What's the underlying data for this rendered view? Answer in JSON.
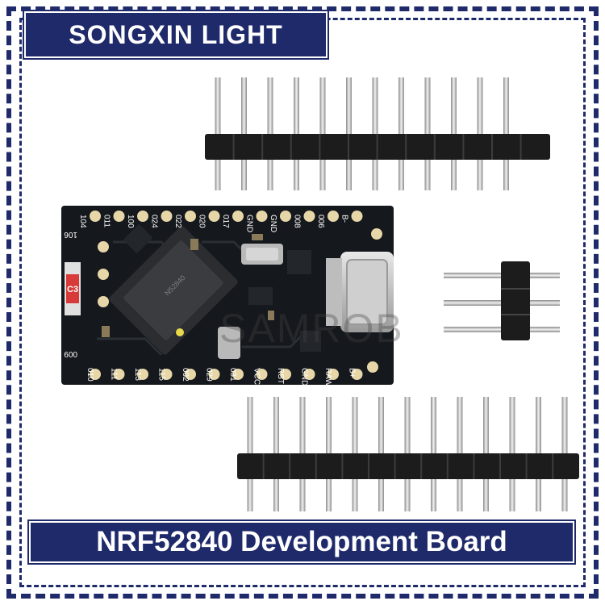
{
  "brand": {
    "label": "SONGXIN LIGHT"
  },
  "product": {
    "title": "NRF52840 Development Board"
  },
  "watermark": {
    "text": "SAMROB"
  },
  "board": {
    "top_pins": [
      "104",
      "011",
      "100",
      "024",
      "022",
      "020",
      "017",
      "GND",
      "GND",
      "008",
      "006",
      "B-"
    ],
    "bottom_pins": [
      "010",
      "111",
      "113",
      "115",
      "002",
      "029",
      "031",
      "VCC",
      "RST",
      "GND",
      "RAW",
      "B+"
    ],
    "side_top": "106",
    "side_bottom": "009",
    "chip_text": "N52840",
    "led_label": "C3"
  },
  "colors": {
    "frame": "#1f2a6b",
    "pcb": "#15181c",
    "pad": "#e7d7a8",
    "pin": "#bcbcbc",
    "header": "#1c1c1c"
  }
}
